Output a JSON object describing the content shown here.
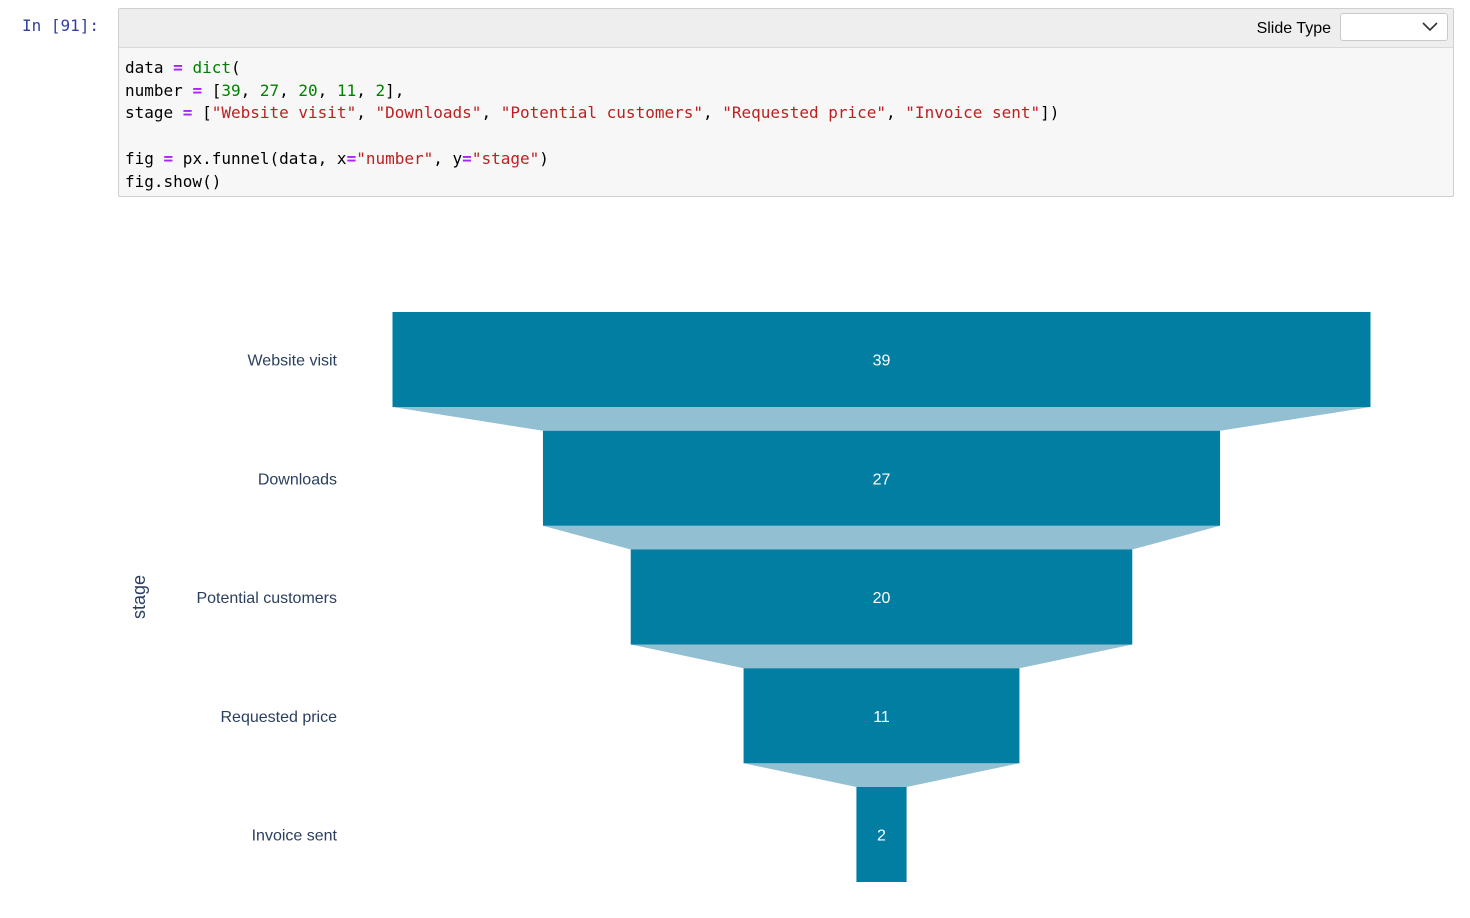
{
  "cell": {
    "prompt": "In [91]:",
    "slide_type_label": "Slide Type",
    "slide_type_value": "",
    "code": {
      "l1a": "data ",
      "l1op": "=",
      "l1b": " ",
      "l1fn": "dict",
      "l1c": "(",
      "l2a": "number ",
      "l2op": "=",
      "l2b": " [",
      "n1": "39",
      "n2": "27",
      "n3": "20",
      "n4": "11",
      "n5": "2",
      "l2c": "],",
      "l3a": "stage ",
      "l3op": "=",
      "l3b": " [",
      "s1": "\"Website visit\"",
      "s2": "\"Downloads\"",
      "s3": "\"Potential customers\"",
      "s4": "\"Requested price\"",
      "s5": "\"Invoice sent\"",
      "l3c": "])",
      "l5a": "fig ",
      "l5op": "=",
      "l5b": " px.funnel(data, x",
      "l5op2": "=",
      "l5s1": "\"number\"",
      "l5c": ", y",
      "l5op3": "=",
      "l5s2": "\"stage\"",
      "l5d": ")",
      "l6": "fig.show()"
    }
  },
  "chart_data": {
    "type": "funnel",
    "categories": [
      "Website visit",
      "Downloads",
      "Potential customers",
      "Requested price",
      "Invoice sent"
    ],
    "values": [
      39,
      27,
      20,
      11,
      2
    ],
    "ylabel": "stage",
    "bar_color": "#027ea3",
    "connector_color": "#93bfd2",
    "label_color": "#ffffff"
  }
}
